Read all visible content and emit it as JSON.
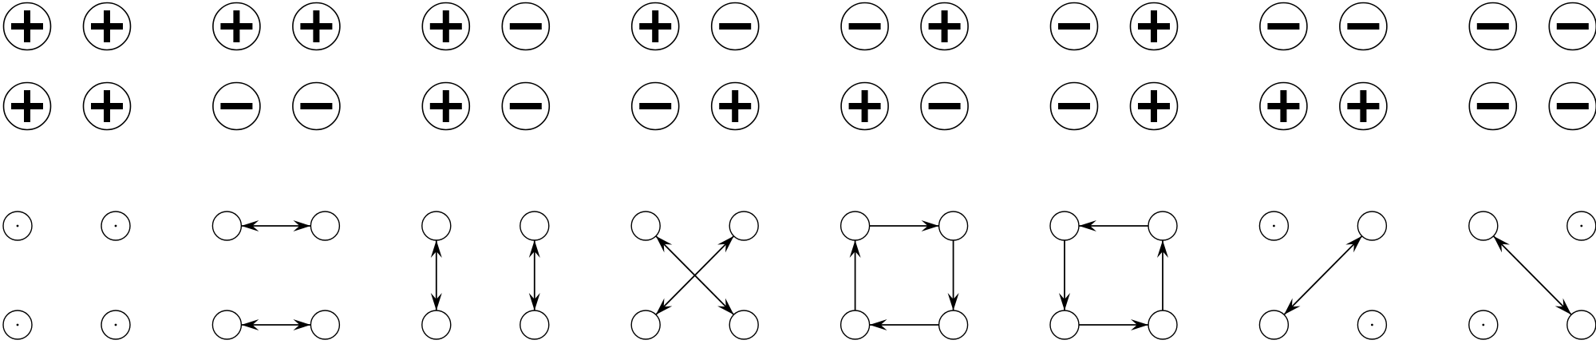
{
  "sign_panels": [
    {
      "cells": [
        "+",
        "+",
        "+",
        "+"
      ]
    },
    {
      "cells": [
        "+",
        "+",
        "-",
        "-"
      ]
    },
    {
      "cells": [
        "+",
        "-",
        "+",
        "-"
      ]
    },
    {
      "cells": [
        "+",
        "-",
        "-",
        "+"
      ]
    },
    {
      "cells": [
        "-",
        "+",
        "+",
        "-"
      ]
    },
    {
      "cells": [
        "-",
        "+",
        "-",
        "+"
      ]
    },
    {
      "cells": [
        "-",
        "-",
        "+",
        "+"
      ]
    },
    {
      "cells": [
        "-",
        "-",
        "-",
        "-"
      ]
    }
  ],
  "graph_panels": [
    {
      "dotted_nodes": [
        "tl",
        "tr",
        "bl",
        "br"
      ],
      "edges": []
    },
    {
      "dotted_nodes": [],
      "edges": [
        {
          "from": "tl",
          "to": "tr",
          "dir": "both"
        },
        {
          "from": "bl",
          "to": "br",
          "dir": "both"
        }
      ]
    },
    {
      "dotted_nodes": [],
      "edges": [
        {
          "from": "tl",
          "to": "bl",
          "dir": "both"
        },
        {
          "from": "tr",
          "to": "br",
          "dir": "both"
        }
      ]
    },
    {
      "dotted_nodes": [],
      "edges": [
        {
          "from": "tl",
          "to": "br",
          "dir": "both"
        },
        {
          "from": "tr",
          "to": "bl",
          "dir": "both"
        }
      ]
    },
    {
      "dotted_nodes": [],
      "edges": [
        {
          "from": "tl",
          "to": "tr",
          "dir": "forward"
        },
        {
          "from": "tr",
          "to": "br",
          "dir": "forward"
        },
        {
          "from": "br",
          "to": "bl",
          "dir": "forward"
        },
        {
          "from": "bl",
          "to": "tl",
          "dir": "forward"
        }
      ]
    },
    {
      "dotted_nodes": [],
      "edges": [
        {
          "from": "tr",
          "to": "tl",
          "dir": "forward"
        },
        {
          "from": "tl",
          "to": "bl",
          "dir": "forward"
        },
        {
          "from": "bl",
          "to": "br",
          "dir": "forward"
        },
        {
          "from": "br",
          "to": "tr",
          "dir": "forward"
        }
      ]
    },
    {
      "dotted_nodes": [
        "tl",
        "br"
      ],
      "edges": [
        {
          "from": "tr",
          "to": "bl",
          "dir": "both"
        }
      ]
    },
    {
      "dotted_nodes": [
        "tr",
        "bl"
      ],
      "edges": [
        {
          "from": "tl",
          "to": "br",
          "dir": "both"
        }
      ]
    }
  ]
}
